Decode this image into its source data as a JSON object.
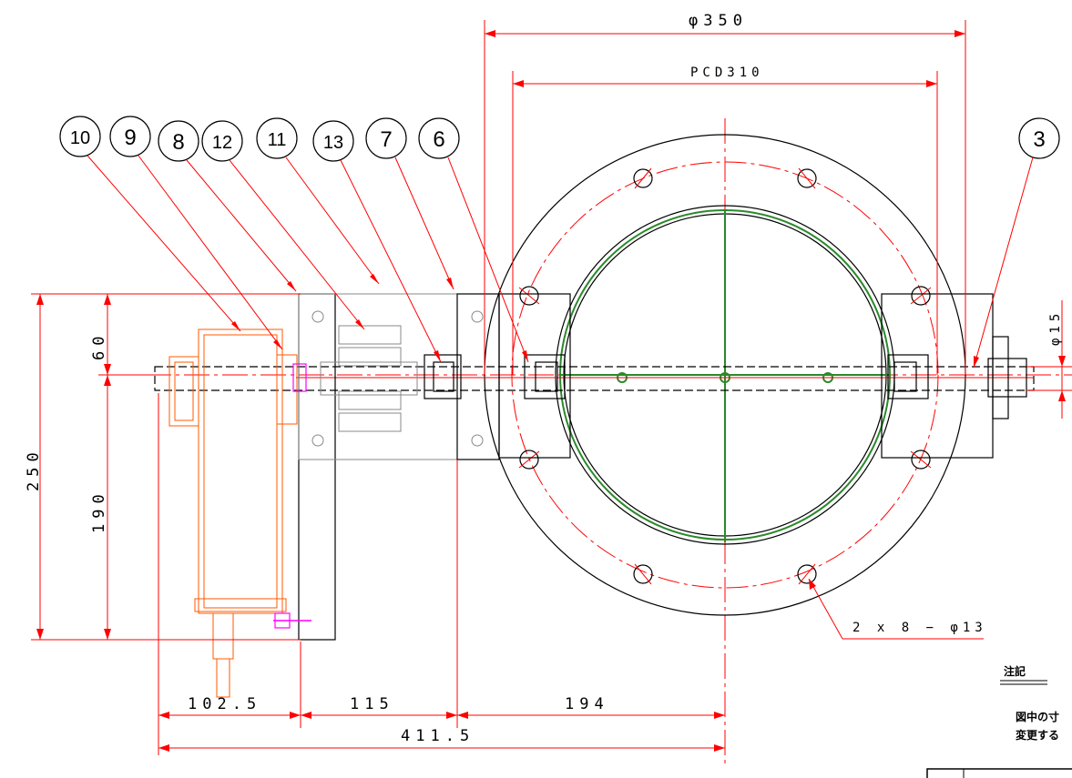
{
  "dimensions": {
    "outer_diameter": "φ350",
    "pcd": "PCD310",
    "shaft_diameter": "φ15",
    "height_upper": "60",
    "height_lower": "190",
    "height_total": "250",
    "width_actuator": "102.5",
    "width_bracket": "115",
    "width_half_body": "194",
    "width_total": "411.5",
    "bolt_holes": "2 x 8 − φ13"
  },
  "balloons": [
    "10",
    "9",
    "8",
    "12",
    "11",
    "13",
    "7",
    "6",
    "3"
  ],
  "notes": {
    "title": "注記",
    "line1": "図中の寸",
    "line2": "変更する"
  },
  "colors": {
    "dimension": "#ff0000",
    "outline": "#000000",
    "seat": "#2a8a2a",
    "actuator": "#ff5a00",
    "bracket": "#888888"
  }
}
